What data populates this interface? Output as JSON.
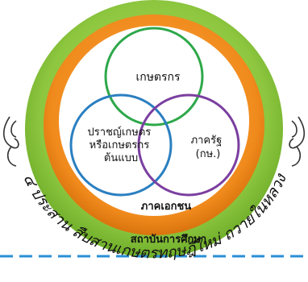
{
  "diagram": {
    "circles": {
      "farmer": {
        "label": "เกษตรกร",
        "stroke": "#2ea84a"
      },
      "sage": {
        "label_lines": [
          "ปราชญ์เกษตร",
          "หรือเกษตรกร",
          "ต้นแบบ"
        ],
        "stroke": "#2a7fc0"
      },
      "government": {
        "label_lines": [
          "ภาครัฐ",
          "(กษ.)"
        ],
        "stroke": "#7b3fa0"
      }
    },
    "rings": {
      "private_sector": {
        "label": "ภาคเอกชน",
        "color": "#f08a1c"
      },
      "academic": {
        "label": "สถาบันการศึกษา",
        "color": "#8dc63f"
      }
    },
    "curved_text": "๔ ประสาน สืบสานเกษตรทฤษฎีใหม่ ถวายในหลวง",
    "colors": {
      "outer_ring": "#8dc63f",
      "middle_ring": "#f08a1c",
      "inner_disc": "#ffffff",
      "dashed_line": "#2a8fd6",
      "text": "#111111"
    }
  }
}
